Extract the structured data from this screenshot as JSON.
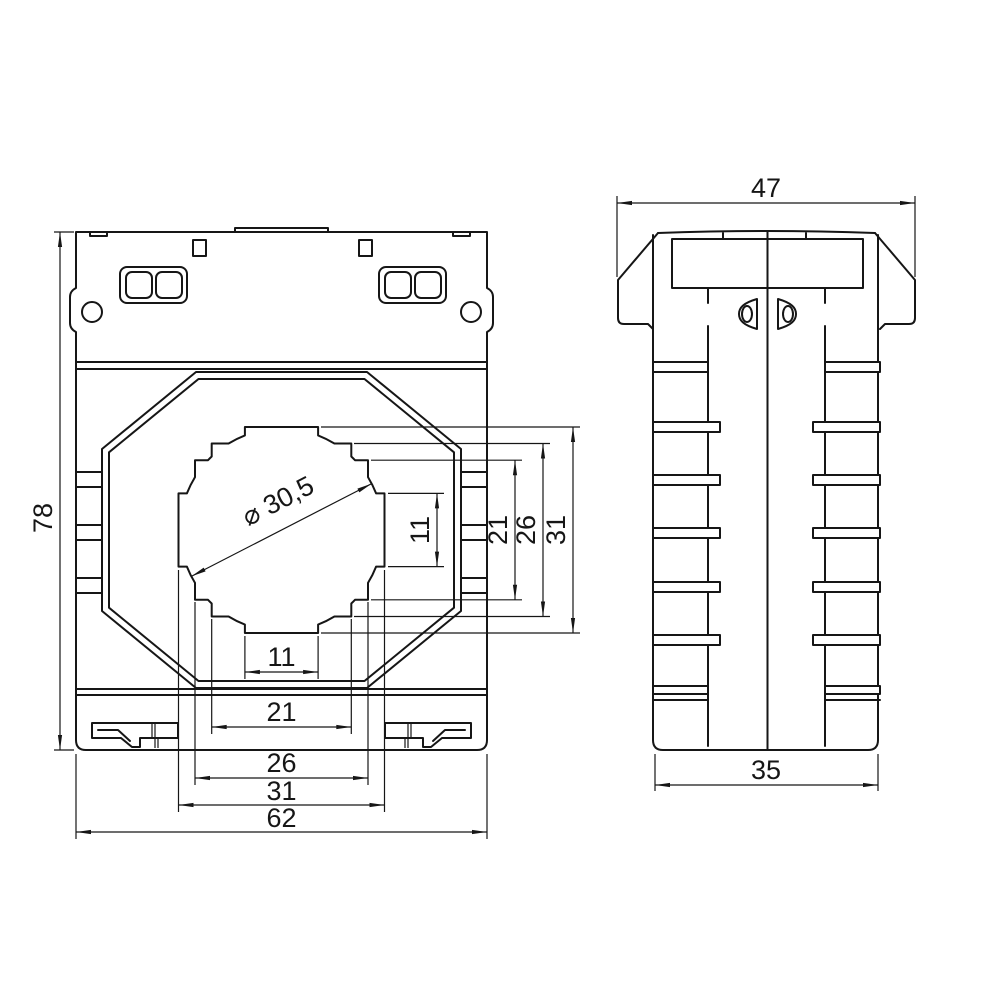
{
  "colors": {
    "ink": "#161616",
    "paper": "#ffffff"
  },
  "front_view": {
    "dim_height": "78",
    "dim_width": "62",
    "dim_bottom_31": "31",
    "dim_bottom_26": "26",
    "dim_bottom_21": "21",
    "dim_bottom_11": "11",
    "dim_right_31": "31",
    "dim_right_26": "26",
    "dim_right_21": "21",
    "dim_right_11": "11",
    "window_diameter": "⌀ 30,5"
  },
  "side_view": {
    "dim_width_top": "47",
    "dim_width_bottom": "35"
  }
}
